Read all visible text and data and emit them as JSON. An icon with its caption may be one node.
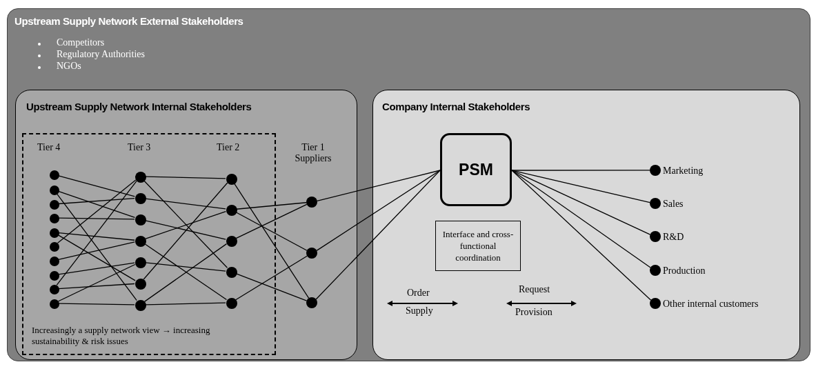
{
  "diagram": {
    "nodes": [
      {
        "text": [
          "Upstream Supply Network External Stakeholders"
        ]
      },
      {
        "text": [
          "Upstream Supply Network Internal Stakeholders"
        ],
        "in": 0
      },
      {
        "text": [
          "Company Internal Stakeholders"
        ],
        "in": 0
      },
      {
        "text": [
          "Increasingly a supply network view → increasing sustainability & risk issues"
        ],
        "in": 1
      },
      {
        "text": [],
        "shape": "circle",
        "in": 3
      },
      {
        "text": [],
        "shape": "circle",
        "in": 3
      },
      {
        "text": [],
        "shape": "circle",
        "in": 3
      },
      {
        "text": [],
        "shape": "circle",
        "in": 3
      },
      {
        "text": [],
        "shape": "circle",
        "in": 3
      },
      {
        "text": [],
        "shape": "circle",
        "in": 3
      },
      {
        "text": [],
        "shape": "circle",
        "in": 3
      },
      {
        "text": [],
        "shape": "circle",
        "in": 3
      },
      {
        "text": [],
        "shape": "circle",
        "in": 3
      },
      {
        "text": [],
        "shape": "circle",
        "in": 3
      },
      {
        "text": [],
        "shape": "circle",
        "in": 3
      },
      {
        "text": [],
        "shape": "circle",
        "in": 3
      },
      {
        "text": [],
        "shape": "circle",
        "in": 3
      },
      {
        "text": [],
        "shape": "circle",
        "in": 3
      },
      {
        "text": [],
        "shape": "circle",
        "in": 3
      },
      {
        "text": [],
        "shape": "circle",
        "in": 3
      },
      {
        "text": [],
        "shape": "circle",
        "in": 3
      },
      {
        "text": [],
        "shape": "circle",
        "in": 3
      },
      {
        "text": [],
        "shape": "circle",
        "in": 3
      },
      {
        "text": [],
        "shape": "circle",
        "in": 3
      },
      {
        "text": [],
        "shape": "circle",
        "in": 3
      },
      {
        "text": [],
        "shape": "circle",
        "in": 3
      },
      {
        "text": [],
        "shape": "circle",
        "in": 1
      },
      {
        "text": [],
        "shape": "circle",
        "in": 1
      },
      {
        "text": [],
        "shape": "circle",
        "in": 1
      },
      {
        "text": [
          "PSM"
        ],
        "in": 2
      },
      {
        "text": [
          "Interface and cross-functional coordination"
        ],
        "in": 2
      },
      {
        "text": [],
        "shape": "circle",
        "in": 2,
        "beside": [
          "Marketing"
        ]
      },
      {
        "text": [],
        "shape": "circle",
        "in": 2,
        "beside": [
          "Sales"
        ]
      },
      {
        "text": [],
        "shape": "circle",
        "in": 2,
        "beside": [
          "R&D"
        ]
      },
      {
        "text": [],
        "shape": "circle",
        "in": 2,
        "beside": [
          "Production"
        ]
      },
      {
        "text": [],
        "shape": "circle",
        "in": 2,
        "beside": [
          "Other internal customers"
        ]
      }
    ],
    "edges": [
      {
        "from": 4,
        "to": 15,
        "arrow": "none"
      },
      {
        "from": 5,
        "to": 16,
        "arrow": "none"
      },
      {
        "from": 5,
        "to": 20,
        "arrow": "none"
      },
      {
        "from": 6,
        "to": 15,
        "arrow": "none"
      },
      {
        "from": 7,
        "to": 16,
        "arrow": "none"
      },
      {
        "from": 8,
        "to": 17,
        "arrow": "none"
      },
      {
        "from": 8,
        "to": 19,
        "arrow": "none"
      },
      {
        "from": 9,
        "to": 14,
        "arrow": "none"
      },
      {
        "from": 10,
        "to": 17,
        "arrow": "none"
      },
      {
        "from": 11,
        "to": 18,
        "arrow": "none"
      },
      {
        "from": 12,
        "to": 14,
        "arrow": "none"
      },
      {
        "from": 12,
        "to": 19,
        "arrow": "none"
      },
      {
        "from": 13,
        "to": 18,
        "arrow": "none"
      },
      {
        "from": 13,
        "to": 20,
        "arrow": "none"
      },
      {
        "from": 14,
        "to": 21,
        "arrow": "none"
      },
      {
        "from": 14,
        "to": 24,
        "arrow": "none"
      },
      {
        "from": 15,
        "to": 22,
        "arrow": "none"
      },
      {
        "from": 16,
        "to": 23,
        "arrow": "none"
      },
      {
        "from": 17,
        "to": 22,
        "arrow": "none"
      },
      {
        "from": 17,
        "to": 25,
        "arrow": "none"
      },
      {
        "from": 18,
        "to": 24,
        "arrow": "none"
      },
      {
        "from": 19,
        "to": 21,
        "arrow": "none"
      },
      {
        "from": 20,
        "to": 23,
        "arrow": "none"
      },
      {
        "from": 20,
        "to": 25,
        "arrow": "none"
      },
      {
        "from": 21,
        "to": 28,
        "arrow": "none"
      },
      {
        "from": 22,
        "to": 26,
        "arrow": "none"
      },
      {
        "from": 22,
        "to": 27,
        "arrow": "none"
      },
      {
        "from": 23,
        "to": 26,
        "arrow": "none"
      },
      {
        "from": 24,
        "to": 28,
        "arrow": "none"
      },
      {
        "from": 25,
        "to": 27,
        "arrow": "none"
      },
      {
        "from": 26,
        "to": 29,
        "arrow": "none"
      },
      {
        "from": 27,
        "to": 29,
        "arrow": "none"
      },
      {
        "from": 28,
        "to": 29,
        "arrow": "none"
      },
      {
        "from": 29,
        "to": 31,
        "arrow": "none"
      },
      {
        "from": 29,
        "to": 32,
        "arrow": "none"
      },
      {
        "from": 29,
        "to": 33,
        "arrow": "none"
      },
      {
        "from": 29,
        "to": 34,
        "arrow": "none"
      },
      {
        "from": 29,
        "to": 35,
        "arrow": "none"
      }
    ],
    "labels": [
      "Competitors",
      "Regulatory Authorities",
      "NGOs",
      "Tier 4",
      "Tier 3",
      "Tier 2",
      "Tier 1 Suppliers",
      "Order",
      "Supply",
      "Request",
      "Provision"
    ]
  }
}
